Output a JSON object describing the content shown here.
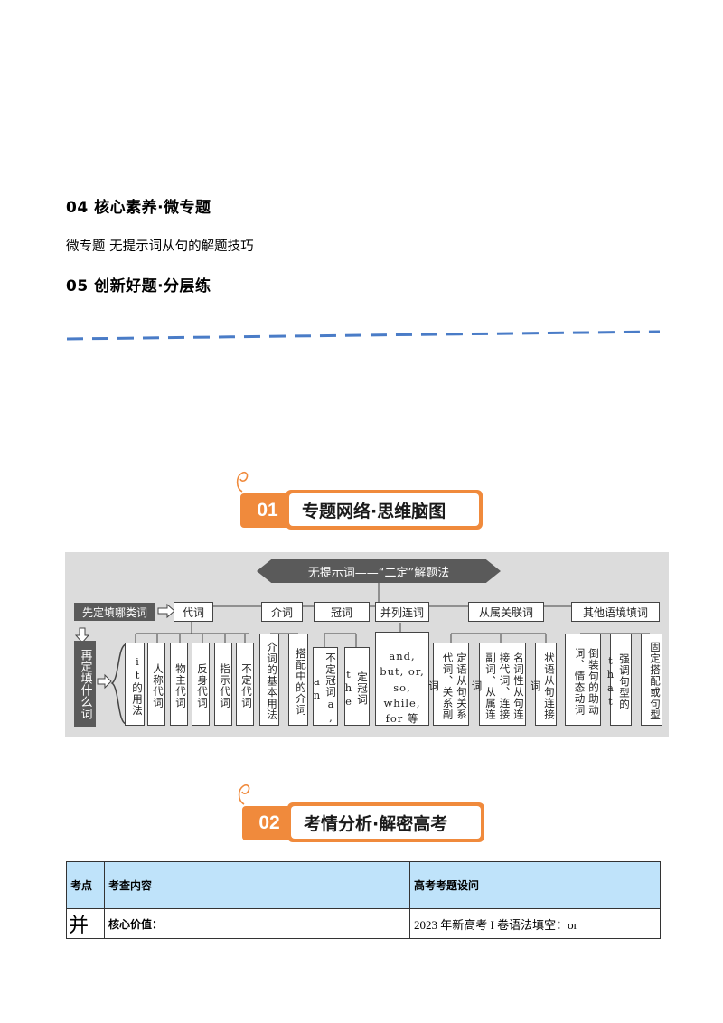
{
  "sections": {
    "s04_title": "04 核心素养·微专题",
    "s04_line": "微专题  无提示词从句的解题技巧",
    "s05_title": "05 创新好题·分层练"
  },
  "banners": {
    "b1_num": "01",
    "b1_title": "专题网络·思维脑图",
    "b2_num": "02",
    "b2_title": "考情分析·解密高考"
  },
  "mindmap": {
    "head": "无提示词——“二定”解题法",
    "q1": "先定填哪类词",
    "q2": "再定填什么词",
    "categories": [
      "代词",
      "介词",
      "冠词",
      "并列连词",
      "从属关联词",
      "其他语境填词"
    ],
    "leaves": {
      "pron": [
        "it的用法",
        "人称代词",
        "物主代词",
        "反身代词",
        "指示代词",
        "不定代词"
      ],
      "prep": [
        "介词的基本用法",
        "搭配中的介词"
      ],
      "art": [
        "不定冠词a, an",
        "定冠词the"
      ],
      "conj": "and, but, or, so, while, for 等",
      "sub": [
        "定语从句关系代词、关系副词",
        "名词性从句连接代词、连接副词、从属连词",
        "状语从句连接词"
      ],
      "other": [
        "倒装句的助动词、情态动词",
        "强调句型的that",
        "固定搭配或句型"
      ]
    }
  },
  "table": {
    "headers": [
      "考点",
      "考查内容",
      "高考考题设问"
    ],
    "row1": {
      "c1": "并",
      "c2": "核心价值：",
      "c3": "2023 年新高考 I 卷语法填空：or"
    }
  },
  "colors": {
    "accent_orange": "#f08a3c",
    "dash_blue": "#4a7cc7",
    "table_header": "#bfe3fa",
    "map_dark": "#5a5a5a"
  }
}
